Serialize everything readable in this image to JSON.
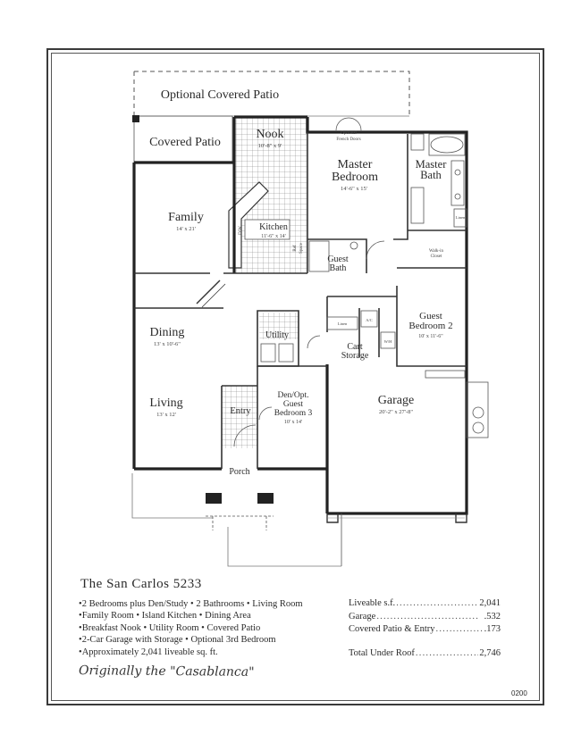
{
  "plan": {
    "rooms": {
      "optional_covered_patio": "Optional Covered Patio",
      "covered_patio": "Covered Patio",
      "nook": "Nook",
      "nook_dim": "10'-8\" x 9'",
      "master_bedroom_1": "Master",
      "master_bedroom_2": "Bedroom",
      "master_bedroom_dim": "14'-6\" x 15'",
      "optional_french_doors_1": "Optional",
      "optional_french_doors_2": "French Doors",
      "master_bath_1": "Master",
      "master_bath_2": "Bath",
      "family": "Family",
      "family_dim": "14' x 21'",
      "kitchen": "Kitchen",
      "kitchen_dim": "11'-6\" x 14'",
      "dw": "D/W",
      "ref": "Ref",
      "space": "Space",
      "guest_bath_1": "Guest",
      "guest_bath_2": "Bath",
      "walk_in_closet_1": "Walk-in",
      "walk_in_closet_2": "Closet",
      "linen": "Linen",
      "lav": "Linen",
      "guest_bedroom2_1": "Guest",
      "guest_bedroom2_2": "Bedroom 2",
      "guest_bedroom2_dim": "10' x 11'-6\"",
      "dining": "Dining",
      "dining_dim": "13' x 10'-6\"",
      "utility": "Utility",
      "cart_storage_1": "Cart",
      "cart_storage_2": "Storage",
      "ac": "A/C",
      "wh": "W/H",
      "living": "Living",
      "living_dim": "13' x 12'",
      "entry": "Entry",
      "den_1": "Den/Opt.",
      "den_2": "Guest",
      "den_3": "Bedroom 3",
      "den_dim": "10' x 14'",
      "garage": "Garage",
      "garage_dim": "20'-2\" x 27'-8\"",
      "porch": "Porch"
    }
  },
  "info": {
    "title": "The San Carlos 5233",
    "features": [
      "2 Bedrooms plus Den/Study • 2 Bathrooms • Living Room",
      "Family Room • Island Kitchen • Dining Area",
      "Breakfast Nook • Utility Room • Covered Patio",
      "2-Car Garage with Storage • Optional 3rd Bedroom",
      "Approximately 2,041 liveable sq. ft."
    ],
    "stats": [
      {
        "label": "Liveable s.f.",
        "value": "2,041"
      },
      {
        "label": "Garage",
        "value": ".532"
      },
      {
        "label": "Covered Patio & Entry",
        "value": ".173"
      }
    ],
    "total": {
      "label": "Total Under Roof",
      "value": "2,746"
    },
    "note": "Originally the \"Casablanca\"",
    "code": "0200"
  }
}
